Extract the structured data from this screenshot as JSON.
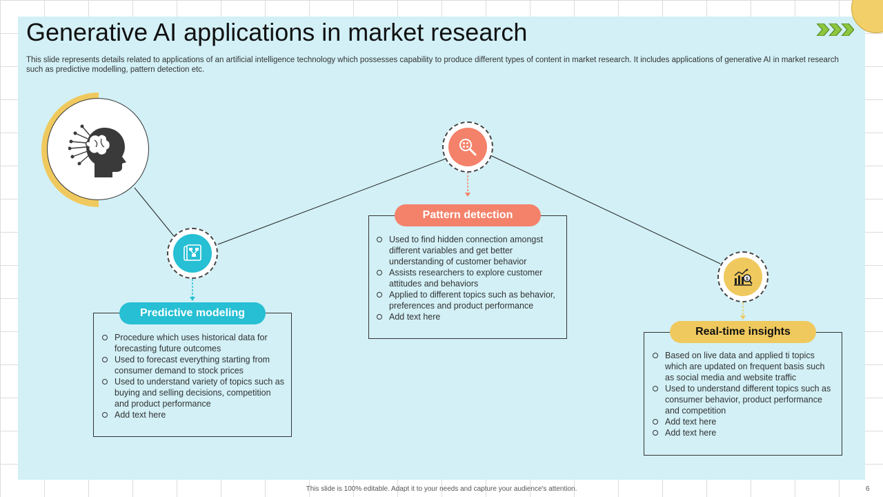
{
  "slide": {
    "title": "Generative AI applications in market research",
    "subtitle": "This slide represents details related to applications of an artificial intelligence technology which possesses capability to produce different types of content in market research. It includes applications of generative AI in market research such as predictive modelling, pattern detection etc.",
    "footer": "This slide is 100% editable. Adapt it to your needs and capture your audience's attention.",
    "page_number": "6"
  },
  "colors": {
    "background": "#d2f0f6",
    "teal": "#26bfd4",
    "coral": "#f4826a",
    "yellow": "#f0c95e",
    "chevron": "#8dc63f"
  },
  "icons": {
    "head": "ai-head-icon",
    "predictive": "flowchart-icon",
    "pattern": "magnifier-icon",
    "realtime": "bar-chart-dollar-icon"
  },
  "cards": {
    "predictive": {
      "label": "Predictive modeling",
      "bullets": [
        "Procedure which uses historical data for forecasting future outcomes",
        "Used to forecast everything starting from consumer demand to stock prices",
        "Used to understand variety of topics such as buying and selling decisions, competition and product performance",
        "Add text here"
      ]
    },
    "pattern": {
      "label": "Pattern detection",
      "bullets": [
        "Used to find hidden connection amongst different variables and get better understanding of customer behavior",
        "Assists researchers to explore customer attitudes and behaviors",
        "Applied to different topics such as behavior, preferences and product performance",
        "Add text here"
      ]
    },
    "realtime": {
      "label": "Real-time insights",
      "bullets": [
        "Based on live data and applied ti topics which are updated on frequent basis such as social media and website traffic",
        "Used to understand different topics such as consumer behavior, product performance and competition",
        "Add text here",
        "Add text here"
      ]
    }
  }
}
